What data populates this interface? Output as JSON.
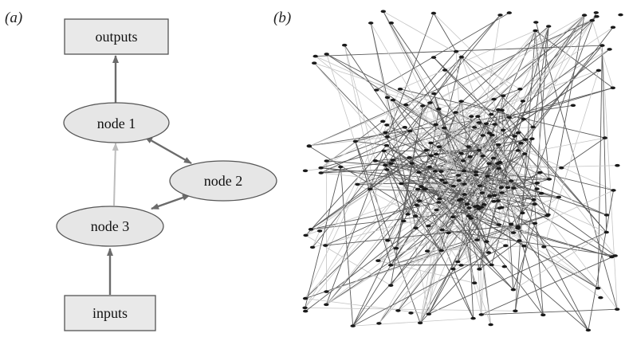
{
  "panel_a": {
    "label": "(a)",
    "nodes": {
      "outputs": "outputs",
      "node1": "node 1",
      "node2": "node 2",
      "node3": "node 3",
      "inputs": "inputs"
    }
  },
  "panel_b": {
    "label": "(b)",
    "network": {
      "node_count": 240,
      "edge_count": 430,
      "seed": 7
    }
  },
  "colors": {
    "box_fill": "#e9e9e9",
    "ellipse_fill": "#e6e6e6",
    "stroke": "#555555",
    "arrow_dark": "#6b6b6b",
    "arrow_light": "#bdbdbd",
    "net_dark": "#5a5a5a",
    "net_light": "#c4c4c4",
    "net_node": "#1a1a1a"
  }
}
